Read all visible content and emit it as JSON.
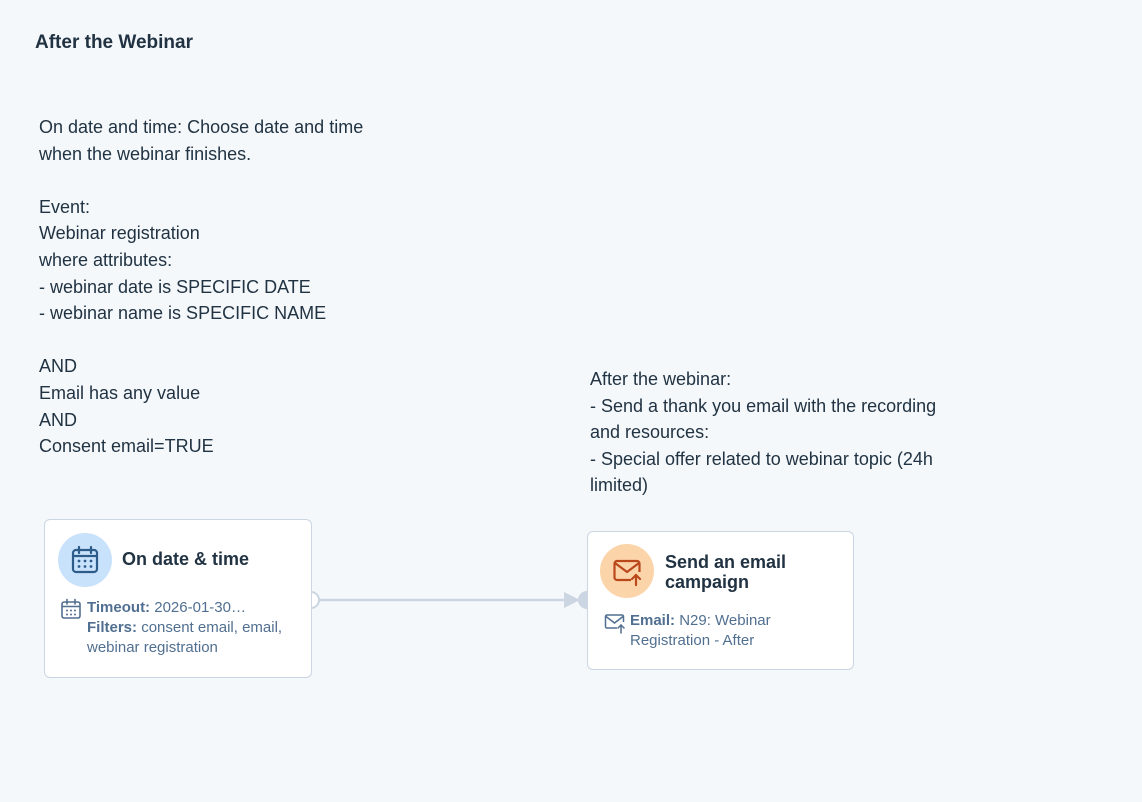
{
  "title": "After the Webinar",
  "notes": {
    "left": "On date and time: Choose date and time\nwhen the webinar finishes.\n\nEvent:\nWebinar registration\nwhere attributes:\n- webinar date is SPECIFIC DATE\n- webinar name is SPECIFIC NAME\n\nAND\nEmail has any value\nAND\nConsent email=TRUE",
    "right": "After the webinar:\n- Send a thank you email with the recording\nand resources:\n- Special offer related to webinar topic (24h\nlimited)"
  },
  "trigger_card": {
    "title": "On date & time",
    "icon": "calendar-icon",
    "timeout_label": "Timeout:",
    "timeout_value": "2026-01-30…",
    "filters_label": "Filters:",
    "filters_value": "consent email, email, webinar registration"
  },
  "action_card": {
    "title": "Send an email campaign",
    "icon": "email-send-icon",
    "email_label": "Email:",
    "email_value": "N29: Webinar Registration - After"
  },
  "colors": {
    "background": "#f5f8fa",
    "trigger_icon_bg": "#c9e2fc",
    "trigger_icon": "#2d5c8a",
    "action_icon_bg": "#fcd4a9",
    "action_icon": "#b9481b",
    "connector": "#cbd6e2"
  }
}
